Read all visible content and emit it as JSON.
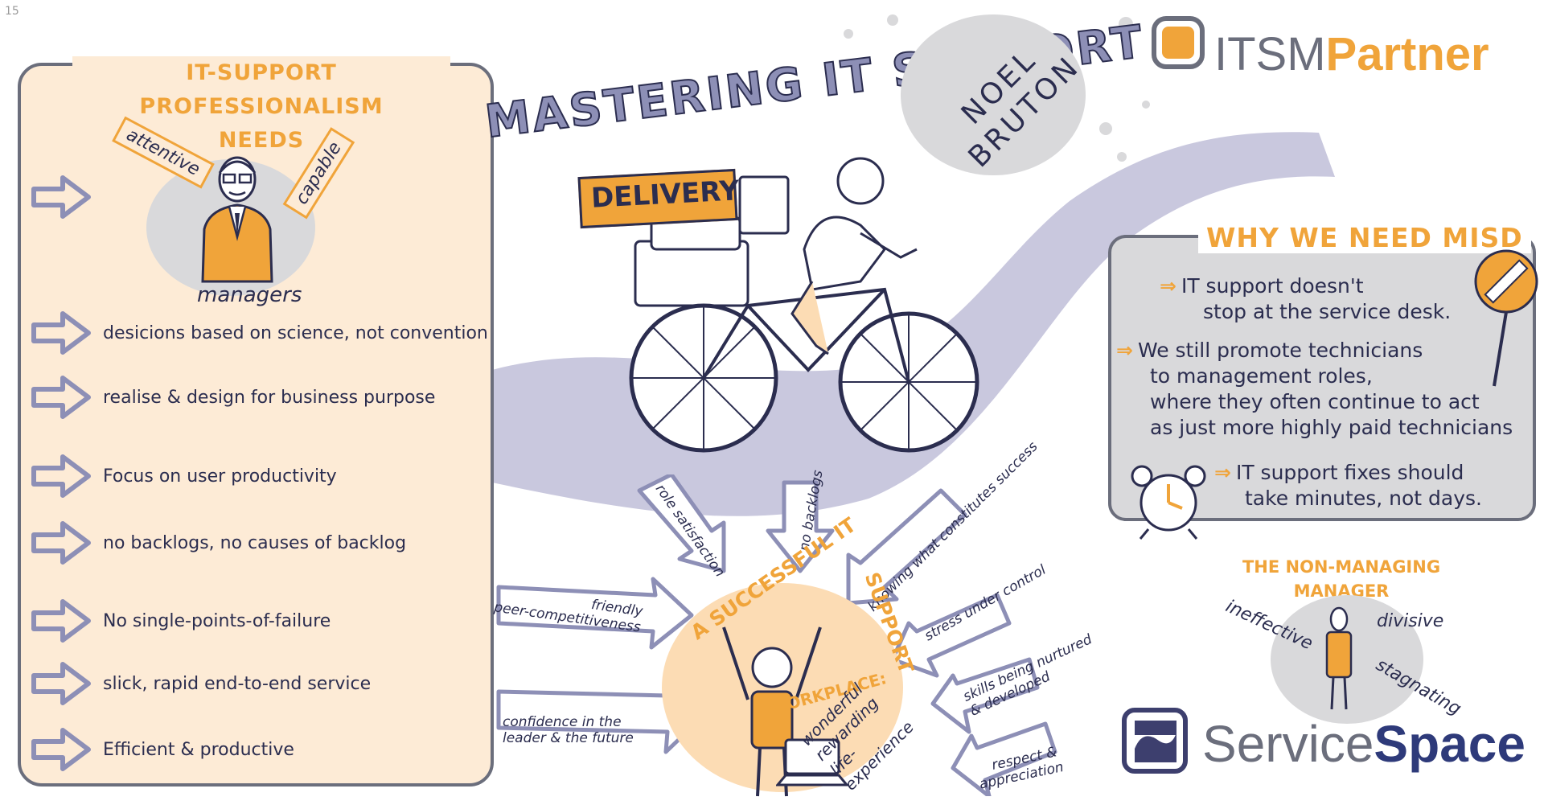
{
  "page_number": "15",
  "title": "MASTERING IT SUPPORT",
  "author": [
    "NOEL",
    "BRUTON"
  ],
  "delivery_label": "DELIVERY",
  "left_panel": {
    "title_line1": "IT-SUPPORT PROFESSIONALISM",
    "title_line2": "NEEDS",
    "manager_tag_left": "attentive",
    "manager_tag_right": "capable",
    "manager_label": "managers",
    "items": [
      "desicions based on science, not convention",
      "realise & design for business purpose",
      "Focus on user productivity",
      "no backlogs, no causes of backlog",
      "No single-points-of-failure",
      "slick, rapid end-to-end service",
      "Efficient & productive"
    ]
  },
  "center_arrows": {
    "role_satisfaction": "role satisfaction",
    "no_backlogs": "no backlogs",
    "knowing_success": "knowing what constitutes success",
    "stress_control": "stress under control",
    "friendly_peer": [
      "friendly",
      "peer-competitiveness"
    ],
    "skills": [
      "skills being nurtured",
      "& developed"
    ],
    "confidence": [
      "confidence in the",
      "leader & the future"
    ],
    "respect": [
      "respect &",
      "appreciation"
    ]
  },
  "workplace": {
    "title_part1": "A SUCCESSFUL IT",
    "title_part2": "SUPPORT",
    "label": "WORKPLACE:",
    "desc": [
      "wonderful",
      "rewarding",
      "life-",
      "experience"
    ]
  },
  "right_panel": {
    "title": "WHY WE NEED MISD",
    "arrow_glyph": "⇒",
    "points": [
      [
        "IT support doesn't",
        "stop at the service desk."
      ],
      [
        "We still promote technicians",
        "to management roles,",
        "where they often continue to act",
        "as just more highly paid technicians"
      ],
      [
        "IT support fixes should",
        "take minutes, not days."
      ]
    ]
  },
  "non_managing_manager": {
    "title": [
      "THE NON-MANAGING",
      "MANAGER"
    ],
    "labels": {
      "ineffective": "ineffective",
      "divisive": "divisive",
      "stagnating": "stagnating"
    }
  },
  "logos": {
    "itsm_part1": "ITSM",
    "itsm_part2": "Partner",
    "ss_part1": "Service",
    "ss_part2": "Space"
  },
  "colors": {
    "orange": "#f0a43a",
    "navy": "#2b2d4f",
    "grey": "#d9d9db",
    "lavender": "#c9c8de",
    "cream": "#fdebd6"
  }
}
